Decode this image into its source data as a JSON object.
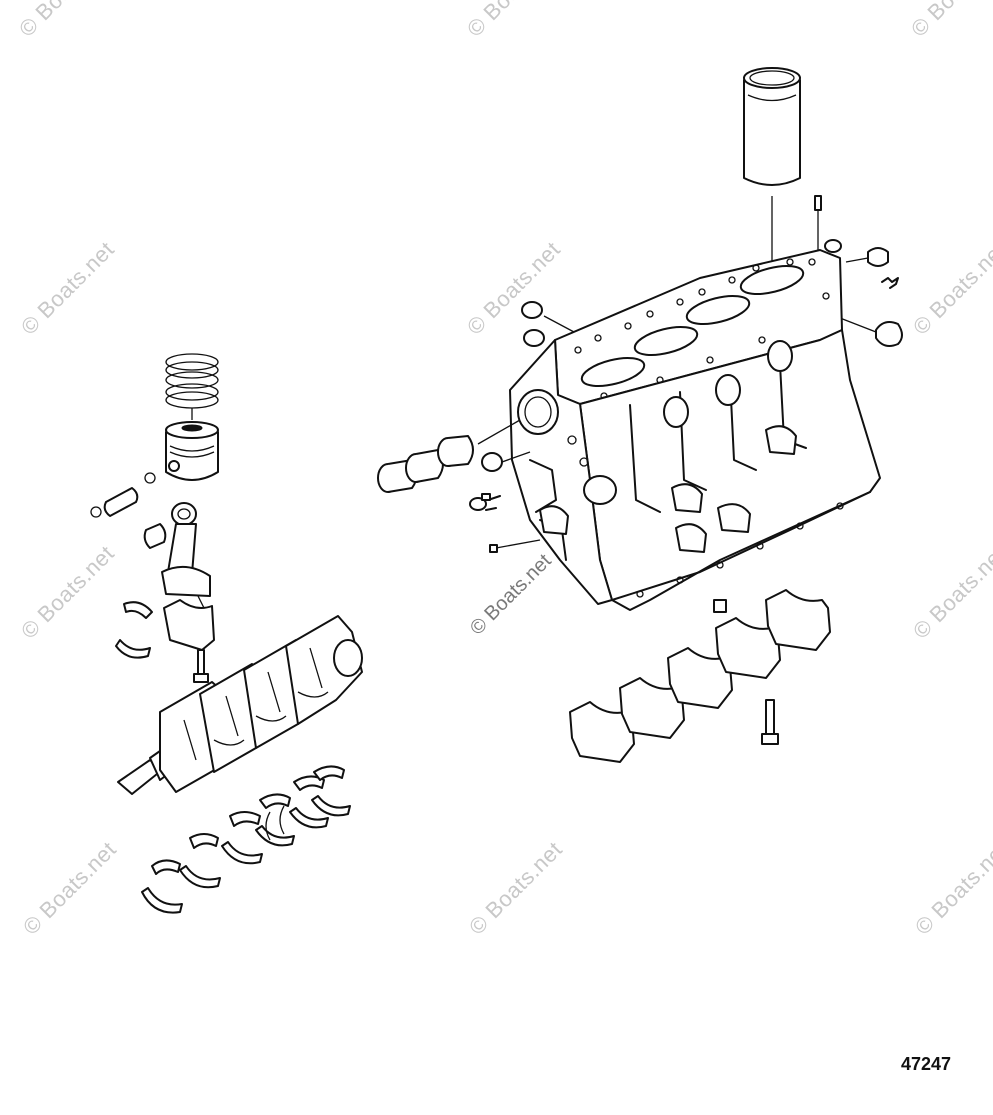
{
  "watermark": {
    "text": "© Boats.net"
  },
  "figure_number": "47247",
  "colors": {
    "line": "#111111",
    "watermark": "#c8c8c8",
    "background": "#ffffff"
  },
  "parts": [
    "cylinder-liner",
    "cylinder-block",
    "core-plug",
    "dowel-pin",
    "camshaft-bushing",
    "piston-ring-set",
    "piston",
    "piston-pin",
    "snap-ring",
    "connecting-rod",
    "connecting-rod-bushing",
    "connecting-rod-bearing",
    "connecting-rod-bolt",
    "crankshaft",
    "main-bearing",
    "thrust-washer",
    "main-bearing-cap",
    "main-bearing-cap-bolt"
  ]
}
